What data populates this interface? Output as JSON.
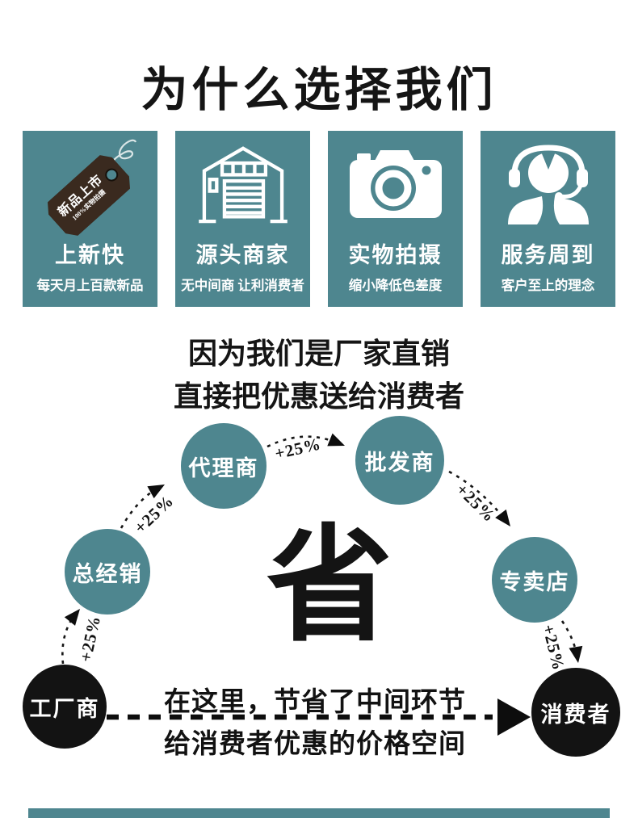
{
  "page": {
    "title": "为什么选择我们"
  },
  "features": [
    {
      "icon": "new-arrival-tag-icon",
      "tag_line1": "新品上市",
      "tag_line2": "100%实物拍摄",
      "title": "上新快",
      "subtitle": "每天月上百款新品"
    },
    {
      "icon": "warehouse-icon",
      "title": "源头商家",
      "subtitle": "无中间商 让利消费者"
    },
    {
      "icon": "camera-icon",
      "title": "实物拍摄",
      "subtitle": "缩小降低色差度"
    },
    {
      "icon": "headset-agent-icon",
      "title": "服务周到",
      "subtitle": "客户至上的理念"
    }
  ],
  "intro": {
    "line1": "因为我们是厂家直销",
    "line2": "直接把优惠送给消费者"
  },
  "diagram": {
    "center_character": "省",
    "nodes": [
      {
        "id": "factory",
        "label": "工厂商",
        "type": "black"
      },
      {
        "id": "general-distributor",
        "label": "总经销",
        "type": "teal"
      },
      {
        "id": "agent",
        "label": "代理商",
        "type": "teal"
      },
      {
        "id": "wholesaler",
        "label": "批发商",
        "type": "teal"
      },
      {
        "id": "specialty-store",
        "label": "专卖店",
        "type": "teal"
      },
      {
        "id": "consumer",
        "label": "消费者",
        "type": "black"
      }
    ],
    "increments": [
      {
        "from": "工厂商",
        "to": "总经销",
        "label": "+25%"
      },
      {
        "from": "总经销",
        "to": "代理商",
        "label": "+25%"
      },
      {
        "from": "代理商",
        "to": "批发商",
        "label": "+25%"
      },
      {
        "from": "批发商",
        "to": "专卖店",
        "label": "+25%"
      },
      {
        "from": "专卖店",
        "to": "消费者",
        "label": "+25%"
      }
    ],
    "savings_note": {
      "line1": "在这里，节省了中间环节",
      "line2": "给消费者优惠的价格空间"
    }
  },
  "colors": {
    "teal": "#4e868f",
    "ink": "#121212",
    "tag_brown": "#3a2a1f"
  }
}
